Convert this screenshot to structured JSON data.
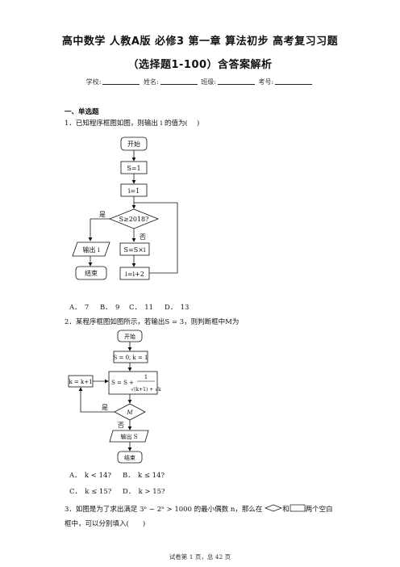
{
  "header": {
    "title_line1": "高中数学 人教A版 必修3 第一章 算法初步 高考复习习题",
    "title_line2": "（选择题1-100）含答案解析"
  },
  "info": {
    "school": "学校:",
    "name": "姓名:",
    "class": "班级:",
    "exam_no": "考号:"
  },
  "section": {
    "heading": "一、单选题"
  },
  "q1": {
    "stem": "1．已知程序框图如图，则输出 i 的值为(　 )",
    "flow": {
      "start": "开始",
      "s_init": "S=1",
      "i_init": "i=1",
      "cond": "S≥2018?",
      "yes": "是",
      "no": "否",
      "output": "输出 i",
      "end": "结束",
      "s_update": "S=S×i",
      "i_update": "i=i+2"
    },
    "options": [
      "A．　7",
      "B．　9",
      "C．　11",
      "D．　13"
    ]
  },
  "q2": {
    "stem": "2．某程序框图如图所示，若输出S = 3，则判断框中M为",
    "flow": {
      "start": "开始",
      "init": "S = 0, k = 1",
      "k_update": "k = k+1",
      "s_update_prefix": "S = S +",
      "frac_num": "1",
      "frac_den": "√(k+1) + √k",
      "cond": "M",
      "yes": "是",
      "no": "否",
      "output": "输出 S",
      "end": "结束"
    },
    "options": [
      "A．　k < 14?",
      "B．　k ≤ 14?",
      "C．　k ≤ 15?",
      "D．　k > 15?"
    ]
  },
  "q3": {
    "stem_a": "3．如图是为了求出满足 3ⁿ − 2ⁿ > 1000 的最小偶数 n，那么在",
    "stem_and": "和",
    "stem_b": "两个空白",
    "stem_c": "框中，可以分别填入(　　)"
  },
  "footer": {
    "text": "试卷第 1 页，总 42 页"
  }
}
